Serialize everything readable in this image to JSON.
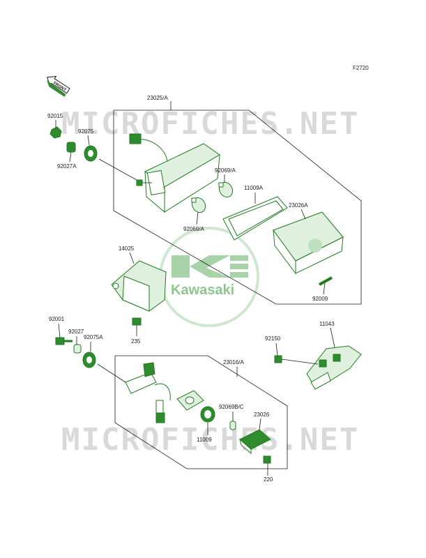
{
  "figure_code": "F2720",
  "front_arrow_label": "FRONT",
  "watermark_text": "MICROFICHES.NET",
  "logo_text": "Kawasaki",
  "colors": {
    "line": "#1f7a1f",
    "watermark": "#d9d9d9",
    "logo": "#8fc58f"
  },
  "parts": {
    "p23025A": "23025/A",
    "p92015": "92015",
    "p92075": "92075",
    "p92027A": "92027A",
    "p92069A_top": "92069/A",
    "p11009A": "11009A",
    "p23026A": "23026A",
    "p92069A_bottom": "92069/A",
    "p14025": "14025",
    "p92009": "92009",
    "p92001": "92001",
    "p92027": "92027",
    "p92075A": "92075A",
    "p235": "235",
    "p11043": "11043",
    "p92150": "92150",
    "p23016A": "23016/A",
    "p92069BC": "92069B/C",
    "p23026": "23026",
    "p11009": "11009",
    "p220": "220"
  }
}
